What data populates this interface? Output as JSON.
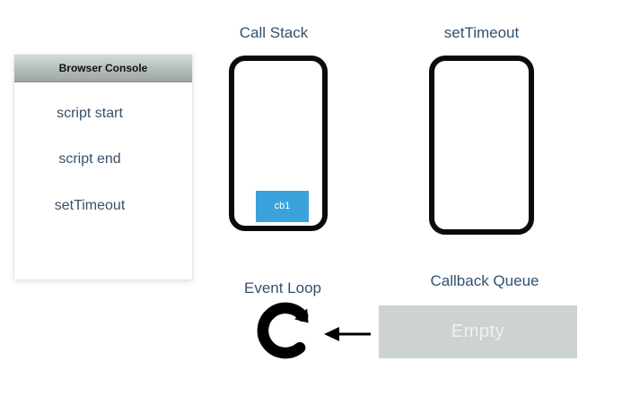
{
  "colors": {
    "title_text": "#33516f",
    "console_entry_text": "#3a5068",
    "console_header_text": "#111111",
    "console_header_top": "#d5dad8",
    "console_header_bottom": "#9ba6a2",
    "panel_bg": "#ffffff",
    "frame_border": "#0b0b0b",
    "cb1_bg": "#3ba3dc",
    "cb1_text": "#ffffff",
    "queue_box_bg": "#ccd3d1",
    "queue_box_text": "#eef2f1",
    "icon_color": "#000000"
  },
  "console": {
    "title": "Browser Console",
    "entries": [
      "script start",
      "script end",
      "setTimeout"
    ]
  },
  "call_stack": {
    "title": "Call Stack",
    "frames": [
      "cb1"
    ]
  },
  "web_api": {
    "title": "setTimeout"
  },
  "event_loop": {
    "title": "Event Loop",
    "icon": "clockwise-loop-arrow"
  },
  "callback_queue": {
    "title": "Callback Queue",
    "state": "Empty"
  }
}
